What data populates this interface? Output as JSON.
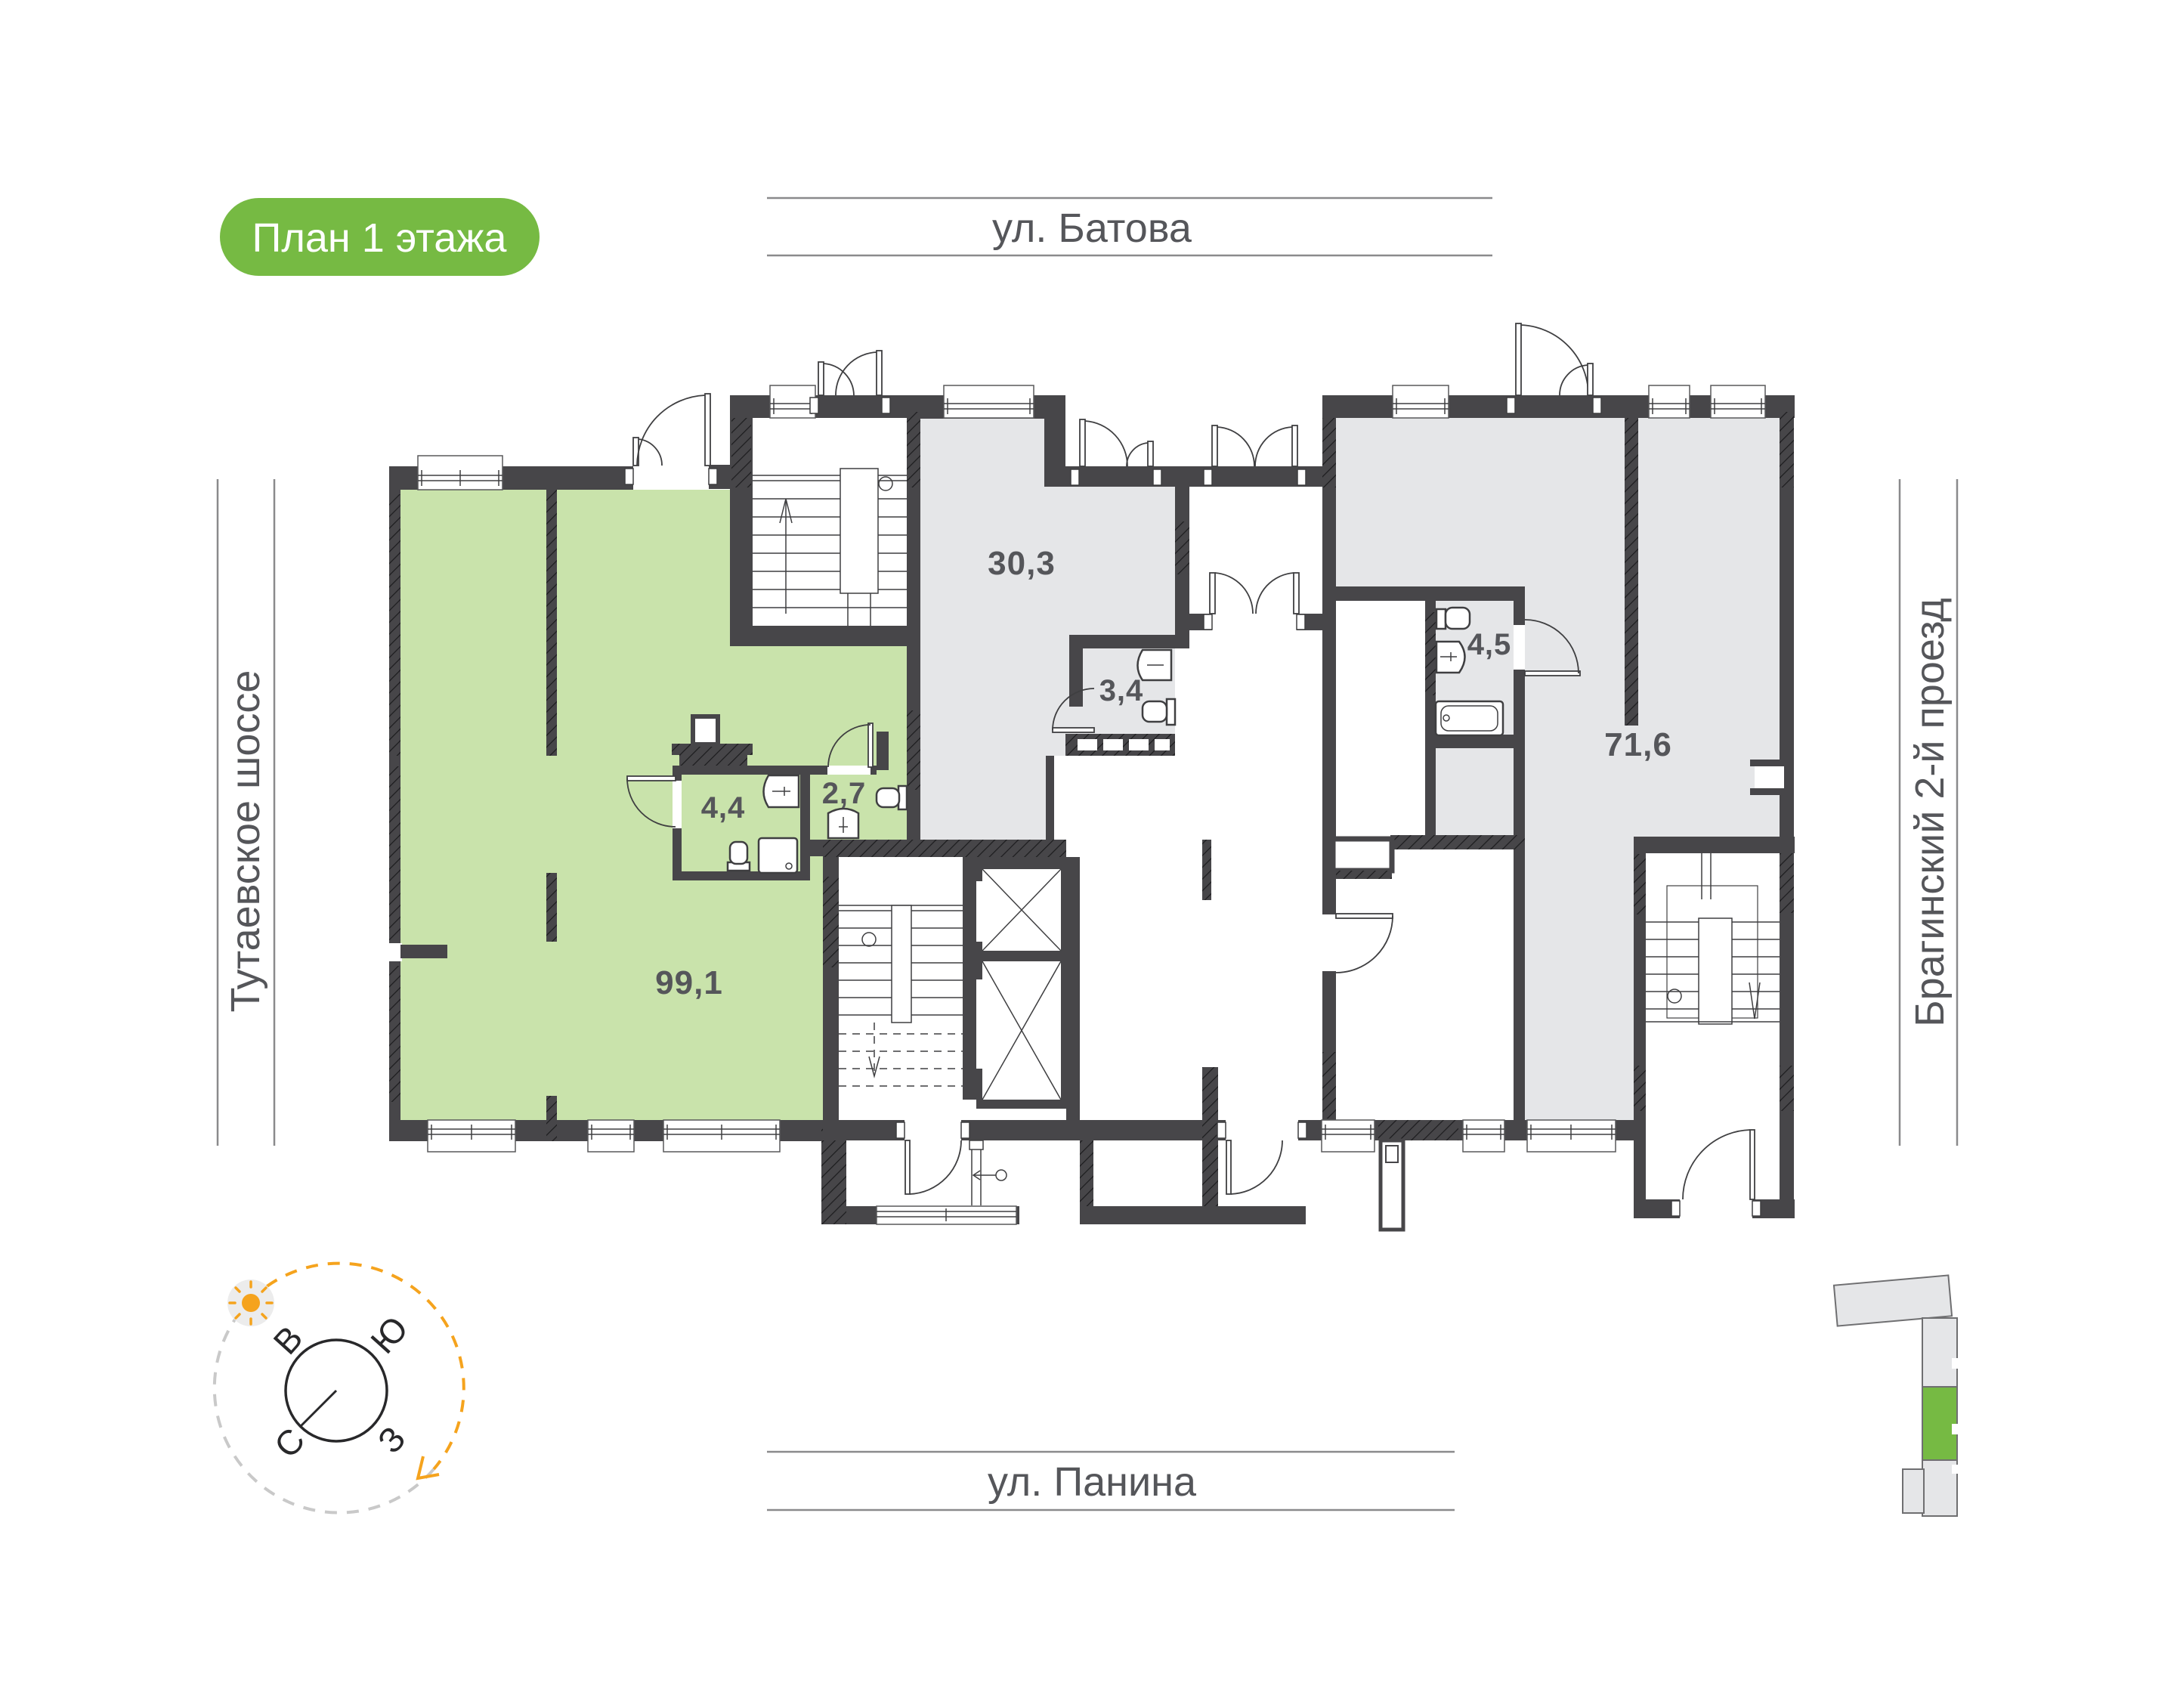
{
  "page": {
    "badge_label": "План 1 этажа"
  },
  "streets": {
    "top": "ул. Батова",
    "bottom": "ул. Панина",
    "left": "Тутаевское шоссе",
    "right": "Брагинский 2-й проезд"
  },
  "rooms": [
    {
      "id": "unit-99-1",
      "area": "99,1",
      "kind": "commercial unit (highlighted green)"
    },
    {
      "id": "room-4-4",
      "area": "4,4",
      "kind": "bathroom in unit 99,1"
    },
    {
      "id": "room-2-7",
      "area": "2,7",
      "kind": "wc in unit 99,1"
    },
    {
      "id": "unit-30-3",
      "area": "30,3",
      "kind": "commercial unit"
    },
    {
      "id": "room-3-4",
      "area": "3,4",
      "kind": "bathroom in unit 30,3"
    },
    {
      "id": "room-4-5",
      "area": "4,5",
      "kind": "bathroom in unit 71,6"
    },
    {
      "id": "unit-71-6",
      "area": "71,6",
      "kind": "commercial unit"
    }
  ],
  "compass": {
    "east": "В",
    "south": "Ю",
    "north": "С",
    "west": "З"
  },
  "colors": {
    "badge_green": "#76ba43",
    "room_green": "#c9e3ab",
    "room_gray": "#e5e6e8",
    "wall": "#474649",
    "accent_orange": "#f5a31d"
  }
}
